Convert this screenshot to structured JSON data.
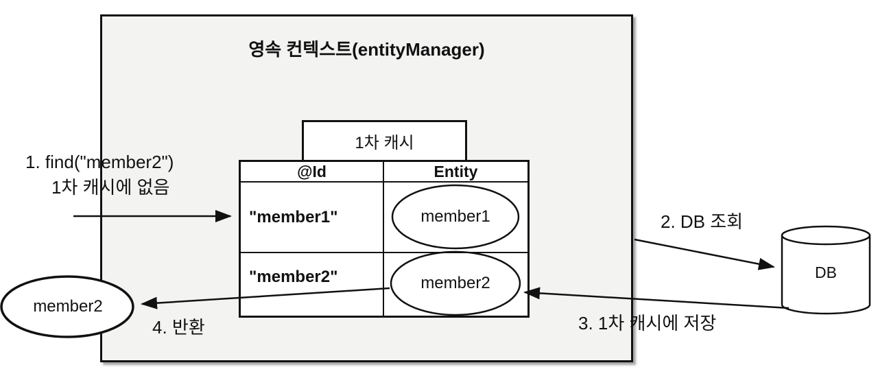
{
  "colors": {
    "ink": "#111111",
    "context_box_fill": "#f3f3f2",
    "shape_fill": "#ffffff",
    "background": "#ffffff"
  },
  "persistence_context": {
    "title": "영속 컨텍스트(entityManager)"
  },
  "cache": {
    "label": "1차 캐시",
    "headers": [
      "@Id",
      "Entity"
    ],
    "rows": [
      {
        "id": "\"member1\"",
        "entity": "member1"
      },
      {
        "id": "\"member2\"",
        "entity": "member2"
      }
    ]
  },
  "db": {
    "label": "DB"
  },
  "result": {
    "entity": "member2"
  },
  "steps": {
    "find": "1. find(\"member2\")",
    "cache_miss": "1차 캐시에 없음",
    "db_query": "2. DB 조회",
    "cache_store": "3. 1차 캐시에 저장",
    "return": "4. 반환"
  }
}
